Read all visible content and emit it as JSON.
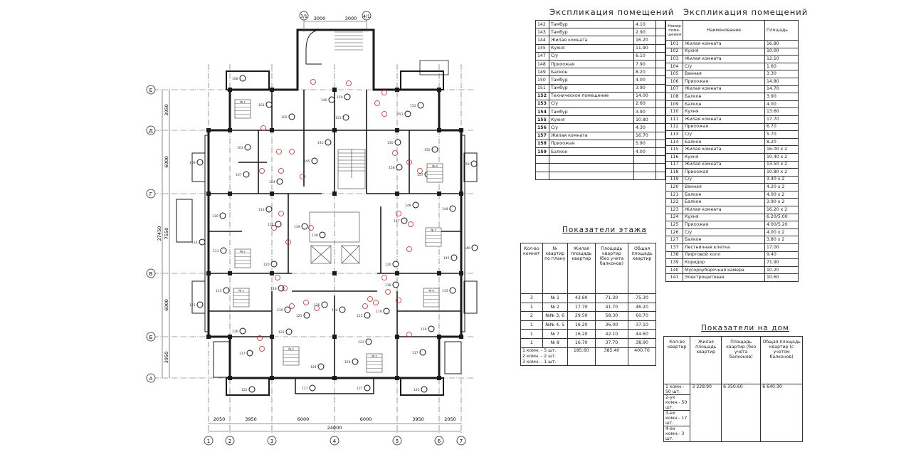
{
  "plan": {
    "axes_vertical": [
      "1",
      "2",
      "3",
      "4",
      "5",
      "6",
      "7"
    ],
    "axes_horizontal": [
      "Е",
      "Д",
      "Г",
      "В",
      "Б",
      "А"
    ],
    "axes_top": [
      "3/1",
      "4/1"
    ],
    "dims_top": [
      "3000",
      "3000"
    ],
    "dims_left": [
      "3950",
      "6000",
      "7550",
      "6000",
      "3950"
    ],
    "dims_left_total": "27450",
    "dims_bottom": [
      "2050",
      "3950",
      "6000",
      "6000",
      "3950",
      "2050"
    ],
    "dims_bottom_total": "24000",
    "rooms": [
      "108",
      "101",
      "102",
      "140",
      "150",
      "151",
      "153",
      "152",
      "103",
      "107",
      "109",
      "104",
      "105",
      "141",
      "156",
      "155",
      "157",
      "158",
      "159",
      "110",
      "113",
      "112",
      "139",
      "148",
      "144",
      "147",
      "111",
      "114",
      "138",
      "120",
      "120",
      "145",
      "149",
      "115",
      "121",
      "118",
      "119",
      "125",
      "126",
      "124",
      "125",
      "119",
      "118",
      "115",
      "116",
      "123",
      "124",
      "124",
      "123",
      "116",
      "117",
      "117",
      "122",
      "127",
      "127",
      "122"
    ],
    "apartment_tags": [
      "№ 1",
      "№ 8",
      "№ 2",
      "№ 7",
      "№ 3",
      "№ 6",
      "№ 4",
      "№ 5"
    ],
    "wall_color": "#1a1a1a",
    "marker_color": "#d42020"
  },
  "explication_left": {
    "title": "Экспликация помещений",
    "rows": [
      [
        "142",
        "Тамбур",
        "4.10"
      ],
      [
        "143",
        "Тамбур",
        "2.90"
      ],
      [
        "144",
        "Жилая комната",
        "16.20"
      ],
      [
        "145",
        "Кухня",
        "11.90"
      ],
      [
        "147",
        "С/у",
        "6.10"
      ],
      [
        "148",
        "Прихожая",
        "7.90"
      ],
      [
        "149",
        "Балкон",
        "8.20"
      ],
      [
        "150",
        "Тамбур",
        "4.00"
      ],
      [
        "151",
        "Тамбур",
        "3.90"
      ],
      [
        "152",
        "Техническое помещение",
        "14.00"
      ],
      [
        "153",
        "С/у",
        "2.60"
      ],
      [
        "154",
        "Тамбур",
        "3.90"
      ],
      [
        "155",
        "Кухня",
        "10.80"
      ],
      [
        "156",
        "С/у",
        "4.30"
      ],
      [
        "157",
        "Жилая комната",
        "16.70"
      ],
      [
        "158",
        "Прихожая",
        "5.90"
      ],
      [
        "159",
        "Балкон",
        "4.00"
      ]
    ]
  },
  "explication_right": {
    "title": "Экспликация помещений",
    "headers": [
      "Номер поме-щения",
      "Наименование",
      "Площадь"
    ],
    "rows": [
      [
        "101",
        "Жилая комната",
        "16.80"
      ],
      [
        "102",
        "Кухня",
        "10.00"
      ],
      [
        "103",
        "Жилая комната",
        "12.10"
      ],
      [
        "104",
        "С/у",
        "1.60"
      ],
      [
        "105",
        "Ванная",
        "3.30"
      ],
      [
        "106",
        "Прихожая",
        "14.80"
      ],
      [
        "107",
        "Жилая комната",
        "14.70"
      ],
      [
        "108",
        "Балкон",
        "3.90"
      ],
      [
        "109",
        "Балкон",
        "4.00"
      ],
      [
        "110",
        "Кухня",
        "13.60"
      ],
      [
        "111",
        "Жилая комната",
        "17.70"
      ],
      [
        "112",
        "Прихожая",
        "6.70"
      ],
      [
        "113",
        "С/у",
        "5.70"
      ],
      [
        "114",
        "Балкон",
        "8.20"
      ],
      [
        "115",
        "Жилая комната",
        "16.00 x 2"
      ],
      [
        "116",
        "Кухня",
        "10.40 x 2"
      ],
      [
        "117",
        "Жилая комната",
        "13.50 x 2"
      ],
      [
        "118",
        "Прихожая",
        "10.80 x 2"
      ],
      [
        "119",
        "С/у",
        "3.40 x 2"
      ],
      [
        "120",
        "Ванная",
        "4.20 x 2"
      ],
      [
        "121",
        "Балкон",
        "4.00 x 2"
      ],
      [
        "122",
        "Балкон",
        "3.90 x 2"
      ],
      [
        "123",
        "Жилая комната",
        "16.20 x 2"
      ],
      [
        "124",
        "Кухня",
        "6.20/5.00"
      ],
      [
        "125",
        "Прихожая",
        "4.00/5.20"
      ],
      [
        "126",
        "С/у",
        "4.00 x 2"
      ],
      [
        "127",
        "Балкон",
        "3.80 x 2"
      ],
      [
        "137",
        "Лестничная клетка",
        "17.00"
      ],
      [
        "138",
        "Лифтовой холл",
        "9.40"
      ],
      [
        "139",
        "Коридор",
        "71.90"
      ],
      [
        "140",
        "Мусороуборочная камера",
        "10.20"
      ],
      [
        "141",
        "Электрощитовая",
        "10.60"
      ]
    ]
  },
  "floor_indicators": {
    "title": "Показатели этажа",
    "headers": [
      "Кол-во комнат",
      "№ квартир по плану",
      "Жилая площадь квартир",
      "Площадь квартир (без учета балконов)",
      "Общая площадь квартир"
    ],
    "rows": [
      [
        "3",
        "№ 1",
        "43.60",
        "71.30",
        "75.30"
      ],
      [
        "1",
        "№ 2",
        "17.70",
        "41.70",
        "46.20"
      ],
      [
        "2",
        "№№ 3, 6",
        "29.50",
        "58.30",
        "60.70"
      ],
      [
        "1",
        "№№ 4, 5",
        "16.20",
        "36.00",
        "37.10"
      ],
      [
        "1",
        "№ 7",
        "16.20",
        "42.10",
        "44.60"
      ],
      [
        "1",
        "№ 8",
        "16.70",
        "37.70",
        "38.90"
      ]
    ],
    "totals": [
      "185.60",
      "385.40",
      "400.70"
    ],
    "notes": [
      "1 комн. - 5 шт.",
      "2 комн. - 2 шт.",
      "3 комн. - 1 шт."
    ]
  },
  "house_indicators": {
    "title": "Показатели на дом",
    "headers": [
      "Кол-во квартир",
      "Жилая площадь квартир",
      "Площадь квартир (без учета балконов)",
      "Общая площадь квартир (с учетом балконов)"
    ],
    "counts": [
      "1 комн.- 50 шт.",
      "2-ух комн.- 50 шт.",
      "3-ех комн.- 17 шт.",
      "4-ех комн.- 3 шт."
    ],
    "values": [
      "3 228.90",
      "6 350.60",
      "6 640.30"
    ]
  }
}
